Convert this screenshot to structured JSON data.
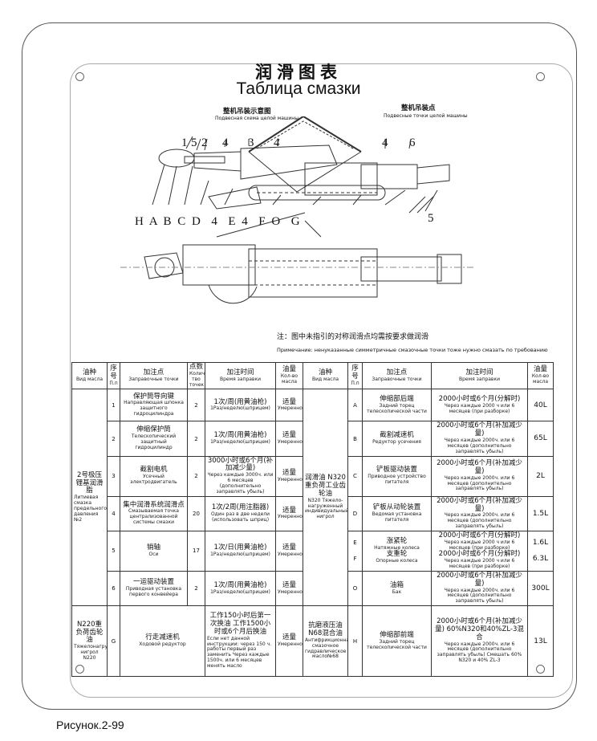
{
  "title": {
    "cn": "润滑图表",
    "ru": "Таблица смазки"
  },
  "figure_labels": {
    "hang_whole_cn": "整机吊装示意图",
    "hang_whole_ru": "Подвесная схема целой машины",
    "hang_points_cn": "整机吊装点",
    "hang_points_ru": "Подвесные точки целой машины",
    "top_numbers": [
      "1",
      "5",
      "2",
      "4",
      "3",
      "4",
      "4",
      "6"
    ],
    "bottom_letters": "H A B C D  4  E 4  F O  G",
    "right_number": "5"
  },
  "note": {
    "cn": "注：图中未指引的对称润滑点均需按要求做润滑",
    "ru": "Примечание: ненуказанные симметричные смазочные точки тоже нужно смазать по требованию"
  },
  "headers": {
    "oil_type_cn": "油种",
    "oil_type_ru": "Вид масла",
    "seq_cn": "序号",
    "seq_ru": "П.п",
    "point_cn": "加注点",
    "point_ru": "Заправочные точки",
    "count_cn": "点数",
    "count_ru": "Количес тво точек",
    "time_cn": "加注时间",
    "time_ru": "Время заправки",
    "qty_cn": "油量",
    "qty_ru": "Кол-во масла",
    "oil_type2_cn": "油种",
    "oil_type2_ru": "Вид масла",
    "seq2_cn": "序号",
    "seq2_ru": "П.п",
    "point2_cn": "加注点",
    "point2_ru": "Заправочные точки",
    "time2_cn": "加注时间",
    "time2_ru": "Время заправки",
    "qty2_cn": "油量",
    "qty2_ru": "Кол-во масла"
  },
  "left_oil": {
    "cn": "2号极压锂基润滑脂",
    "ru": "Литиевая смазка предельного давления №2"
  },
  "left_rows": [
    {
      "seq": "1",
      "point_cn": "保护筒导向键",
      "point_ru": "Направляющая шпонка защитного гидроцилиндра",
      "count": "2",
      "time_cn": "1次/周(用黄油枪)",
      "time_ru": "1Раз/неделю(шприцем)",
      "qty_cn": "适量",
      "qty_ru": "Умеренное"
    },
    {
      "seq": "2",
      "point_cn": "伸缩保护筒",
      "point_ru": "Телескопический защитный гидроцилиндр",
      "count": "2",
      "time_cn": "1次/周(用黄油枪)",
      "time_ru": "1Раз/неделю(шприцем)",
      "qty_cn": "适量",
      "qty_ru": "Умеренное"
    },
    {
      "seq": "3",
      "point_cn": "截割电机",
      "point_ru": "Усечный электродвигатель",
      "count": "2",
      "time_cn": "3000小时或6个月(补加减少量)",
      "time_ru": "Через каждые 3000ч. или 6 месяцев (дополнительно заправлять убыль)",
      "qty_cn": "适量",
      "qty_ru": "Умеренное"
    },
    {
      "seq": "4",
      "point_cn": "集中润滑系统润滑点",
      "point_ru": "Смазываемая точка централизованной системы смазки",
      "count": "20",
      "time_cn": "1次/2周(用注脂器)",
      "time_ru": "Один раз в две недели (использовать шприц)",
      "qty_cn": "适量",
      "qty_ru": "Умеренное"
    },
    {
      "seq": "5",
      "point_cn": "销轴",
      "point_ru": "Оси",
      "count": "17",
      "time_cn": "1次/日(用黄油枪)",
      "time_ru": "1Раз/неделю(шприцем)",
      "qty_cn": "适量",
      "qty_ru": "Умеренное"
    },
    {
      "seq": "6",
      "point_cn": "一运驱动装置",
      "point_ru": "Приводная установка первого конвейера",
      "count": "2",
      "time_cn": "1次/周(用黄油枪)",
      "time_ru": "1Раз/неделю(шприцем)",
      "qty_cn": "适量",
      "qty_ru": "Умеренное"
    }
  ],
  "left_bottom": {
    "oil_cn": "N220重负荷齿轮油",
    "oil_ru": "Тяжелонагруженный нигрол N220",
    "seq": "G",
    "point_cn": "行走减速机",
    "point_ru": "Ходовой редуктор",
    "time_cn": "工作150小时后第一次换油 工作1500小时或6个月后换油",
    "time_ru": "Если нет данной инструкции: через 150 ч. работы первый раз заменить Через каждые 1500ч. или 6 месяцев менять масло",
    "qty_cn": "适量",
    "qty_ru": "Умеренное"
  },
  "right_oil": {
    "cn": "润滑油 N320重负荷工业齿轮油",
    "ru": "N320 Тяжело-нагруженный индивидуальный нигрол"
  },
  "right_rows": [
    {
      "seq": "A",
      "point_cn": "伸缩部后端",
      "point_ru": "Задний торец телескопической части",
      "time_cn": "2000小时或6个月(分解时)",
      "time_ru": "Через каждые 2000 ч или 6 месяцев (при разборке)",
      "qty": "40L"
    },
    {
      "seq": "B",
      "point_cn": "截割减速机",
      "point_ru": "Редуктор усечения",
      "time_cn": "2000小时或6个月(补加减少量)",
      "time_ru": "Через каждые 2000ч. или 6 месяцев (дополнительно заправлять убыль)",
      "qty": "65L"
    },
    {
      "seq": "C",
      "point_cn": "铲板驱动装置",
      "point_ru": "Приводное устройство питателя",
      "time_cn": "2000小时或6个月(补加减少量)",
      "time_ru": "Через каждые 2000ч. или 6 месяцев (дополнительно заправлять убыль)",
      "qty": "2L"
    },
    {
      "seq": "D",
      "point_cn": "铲板从动轮装置",
      "point_ru": "Ведомая установка питателя",
      "time_cn": "2000小时或6个月(补加减少量)",
      "time_ru": "Через каждые 2000ч. или 6 месяцев (дополнительно заправлять убыль)",
      "qty": "1.5L"
    },
    {
      "seq": "E",
      "point_cn": "涨紧轮",
      "point_ru": "Натяжные колеса",
      "time_cn": "2000小时或6个月(分解时)",
      "time_ru": "Через каждые 2000 ч или 6 месяцев (при разборке)",
      "qty": "1.6L"
    },
    {
      "seq": "F",
      "point_cn": "支重轮",
      "point_ru": "Опорные колеса",
      "time_cn": "2000小时或6个月(分解时)",
      "time_ru": "Через каждые 2000 ч или 6 месяцев (при разборке)",
      "qty": "6.3L"
    },
    {
      "seq": "O",
      "point_cn": "油箱",
      "point_ru": "Бак",
      "time_cn": "2000小时或6个月(补加减少量)",
      "time_ru": "Через каждые 2000ч. или 6 месяцев (дополнительно заправлять убыль)",
      "qty": "300L"
    }
  ],
  "right_bottom": {
    "oil_cn": "抗磨液压油 N68混合油",
    "oil_ru": "Антифрикционная смазочное гидравлическое масло№68",
    "seq": "H",
    "point_cn": "伸缩部前端",
    "point_ru": "Задний торец телескопической части",
    "time_cn": "2000小时或6个月(补加减少量) 60%N320和40%ZL-3混合",
    "time_ru": "Через каждые 2000ч. или 6 месяцев (дополнительно заправлять убыль) Смешать 60% N320 и 40% ZL-3",
    "qty": "13L"
  },
  "caption": "Рисунок.2-99"
}
